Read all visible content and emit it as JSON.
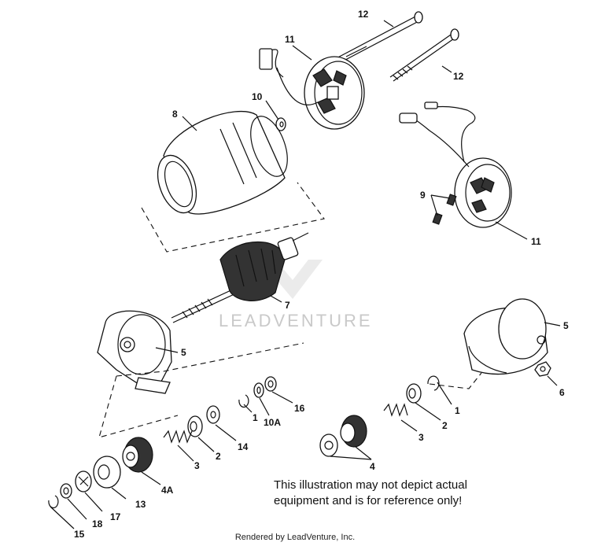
{
  "watermark": "LEADVENTURE",
  "note_lines": [
    "This illustration may not depict actual",
    "equipment and is for reference only!"
  ],
  "credit": "Rendered by LeadVenture, Inc.",
  "callouts": {
    "c12a": "12",
    "c12b": "12",
    "c11a": "11",
    "c11b": "11",
    "c10": "10",
    "c8": "8",
    "c9": "9",
    "c7": "7",
    "c5a": "5",
    "c5b": "5",
    "c6": "6",
    "c1a": "1",
    "c1b": "1",
    "c10A": "10A",
    "c16": "16",
    "c2a": "2",
    "c2b": "2",
    "c14": "14",
    "c3a": "3",
    "c3b": "3",
    "c4A": "4A",
    "c4": "4",
    "c13": "13",
    "c17": "17",
    "c18": "18",
    "c15": "15"
  }
}
